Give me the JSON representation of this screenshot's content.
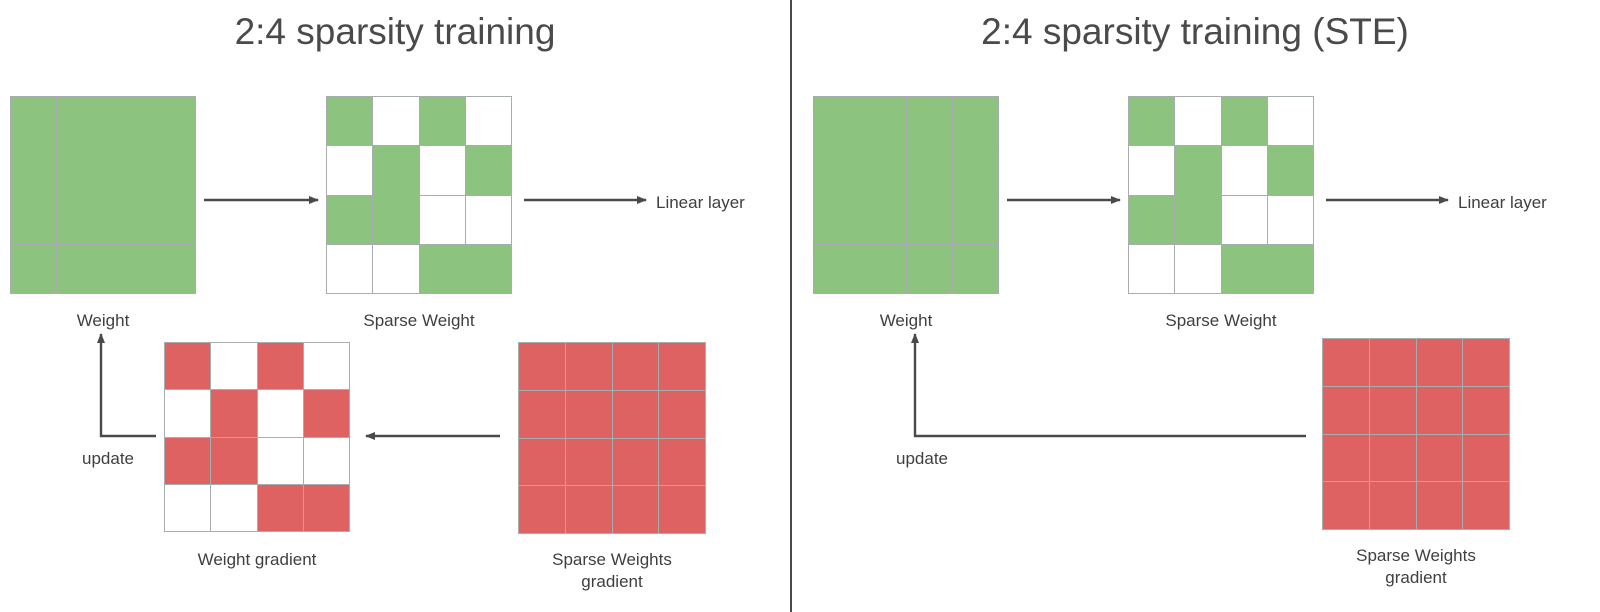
{
  "figure": {
    "background_color": "#ffffff",
    "divider_color": "#4a4a4a",
    "text_color": "#3f3f3f",
    "green": "#8cc47f",
    "red": "#df6262",
    "grid_line": "#a8adb0",
    "arrow_color": "#4a4a4a"
  },
  "panels": [
    {
      "id": "standard",
      "title": "2:4 sparsity training",
      "weight": {
        "caption": "Weight",
        "grid": [
          [
            "green",
            "green",
            "green",
            "green"
          ],
          [
            "green",
            "green",
            "green",
            "green"
          ],
          [
            "green",
            "green",
            "green",
            "green"
          ],
          [
            "green",
            "green",
            "green",
            "green"
          ]
        ]
      },
      "sparse_weight": {
        "caption": "Sparse Weight",
        "grid": [
          [
            "green",
            "white",
            "green",
            "white"
          ],
          [
            "white",
            "green",
            "white",
            "green"
          ],
          [
            "green",
            "green",
            "white",
            "white"
          ],
          [
            "white",
            "white",
            "green",
            "green"
          ]
        ]
      },
      "weight_gradient": {
        "caption": "Weight gradient",
        "grid": [
          [
            "red",
            "white",
            "red",
            "white"
          ],
          [
            "white",
            "red",
            "white",
            "red"
          ],
          [
            "red",
            "red",
            "white",
            "white"
          ],
          [
            "white",
            "white",
            "red",
            "red"
          ]
        ]
      },
      "sparse_weights_gradient": {
        "caption": "Sparse Weights\ngradient",
        "grid": [
          [
            "red",
            "red",
            "red",
            "red"
          ],
          [
            "red",
            "red",
            "red",
            "red"
          ],
          [
            "red",
            "red",
            "red",
            "red"
          ],
          [
            "red",
            "red",
            "red",
            "red"
          ]
        ]
      },
      "linear_layer_label": "Linear layer",
      "update_label": "update"
    },
    {
      "id": "ste",
      "title": "2:4 sparsity training (STE)",
      "weight": {
        "caption": "Weight",
        "grid": [
          [
            "green",
            "green",
            "green",
            "green"
          ],
          [
            "green",
            "green",
            "green",
            "green"
          ],
          [
            "green",
            "green",
            "green",
            "green"
          ],
          [
            "green",
            "green",
            "green",
            "green"
          ]
        ]
      },
      "sparse_weight": {
        "caption": "Sparse Weight",
        "grid": [
          [
            "green",
            "white",
            "green",
            "white"
          ],
          [
            "white",
            "green",
            "white",
            "green"
          ],
          [
            "green",
            "green",
            "white",
            "white"
          ],
          [
            "white",
            "white",
            "green",
            "green"
          ]
        ]
      },
      "sparse_weights_gradient": {
        "caption": "Sparse Weights\ngradient",
        "grid": [
          [
            "red",
            "red",
            "red",
            "red"
          ],
          [
            "red",
            "red",
            "red",
            "red"
          ],
          [
            "red",
            "red",
            "red",
            "red"
          ],
          [
            "red",
            "red",
            "red",
            "red"
          ]
        ]
      },
      "linear_layer_label": "Linear layer",
      "update_label": "update"
    }
  ]
}
